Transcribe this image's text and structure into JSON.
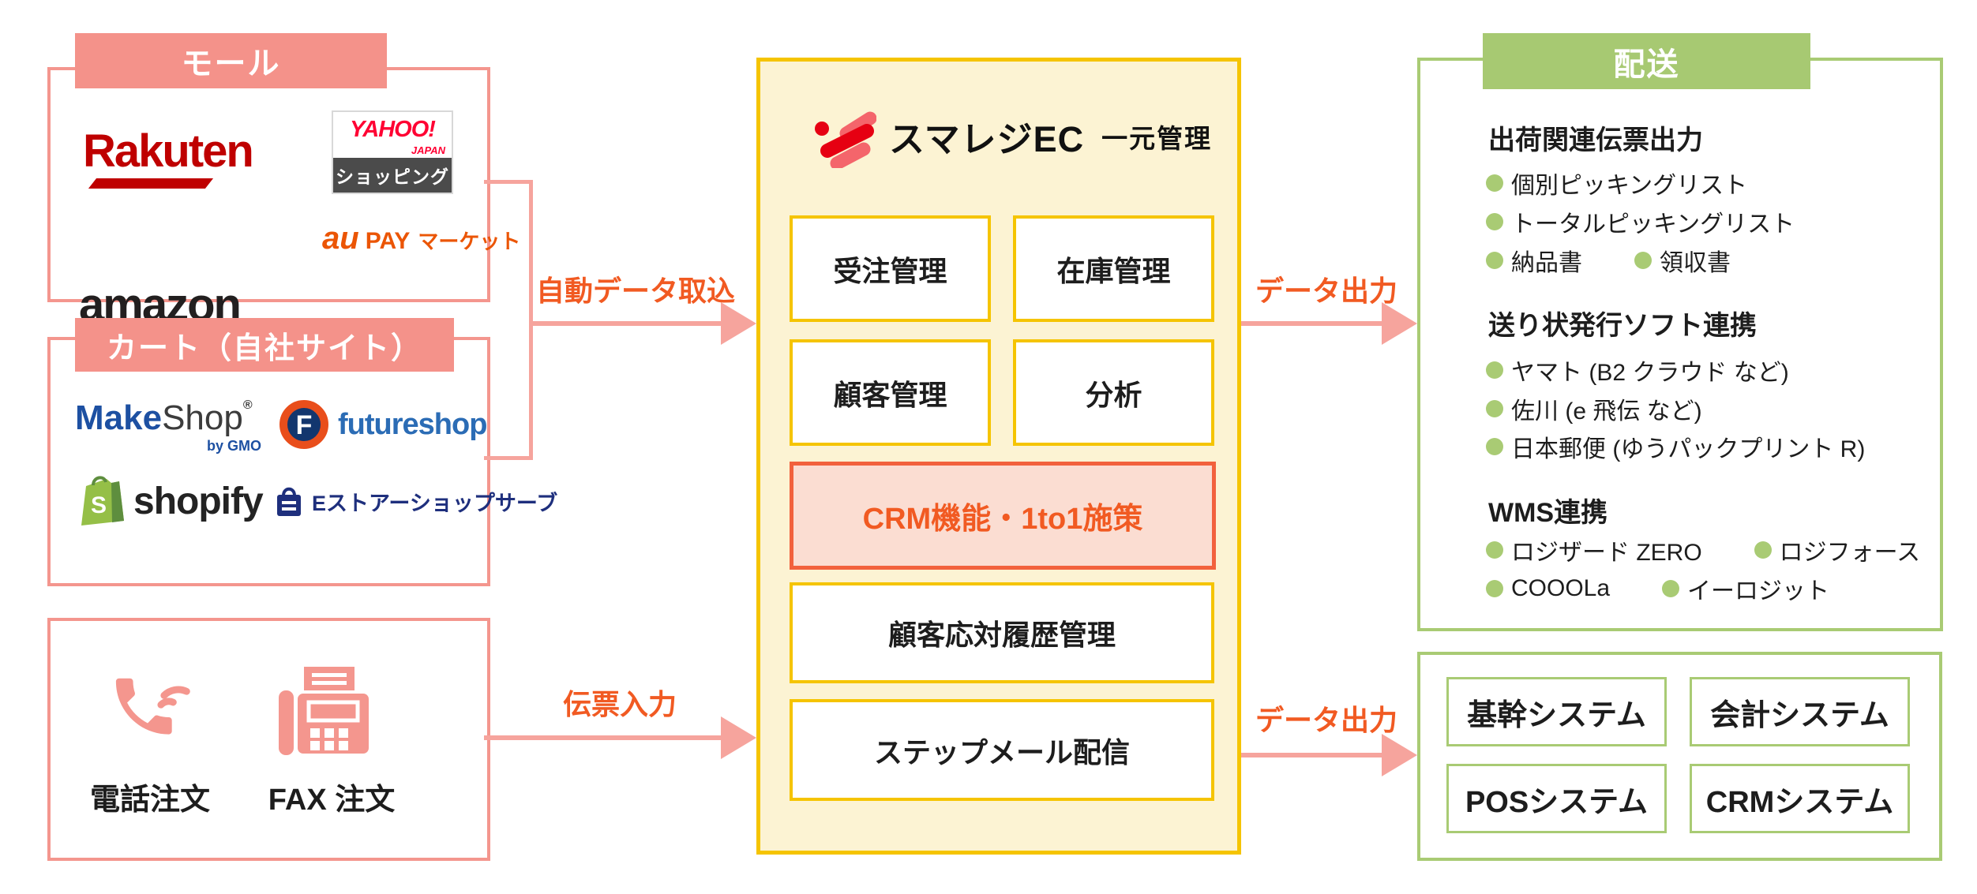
{
  "colors": {
    "salmon": "#f4968e",
    "salmon_light": "#f6a49d",
    "orange_text": "#f15a22",
    "yellow_border": "#f5c400",
    "yellow_bg": "#fcf3d3",
    "crm_bg": "#fbddd2",
    "crm_border": "#f2613d",
    "green_banner": "#a7c972",
    "green_border": "#a9cb74"
  },
  "mall": {
    "title": "モール"
  },
  "cart": {
    "title": "カート（自社サイト）"
  },
  "orders": {
    "phone_label": "電話注文",
    "fax_label": "FAX 注文"
  },
  "logos": {
    "rakuten": "Rakuten",
    "yahoo_line1": "YAHOO!",
    "yahoo_line2": "JAPAN",
    "yahoo_line3": "ショッピング",
    "amazon": "amazon",
    "aupay_au": "au",
    "aupay_pay": "PAY",
    "aupay_market": "マーケット",
    "makeshop_make": "Make",
    "makeshop_shop": "Shop",
    "makeshop_r": "®",
    "makeshop_by": "by GMO",
    "futureshop_f": "F",
    "futureshop": "futureshop",
    "shopify_s": "S",
    "shopify": "shopify",
    "estore": "Eストアーショップサーブ"
  },
  "center": {
    "brand": "スマレジEC",
    "brand_suffix": "一元管理",
    "cells": [
      "受注管理",
      "在庫管理",
      "顧客管理",
      "分析"
    ],
    "crm": "CRM機能・1to1施策",
    "wide": [
      "顧客応対履歴管理",
      "ステップメール配信"
    ]
  },
  "arrows": {
    "auto_import": "自動データ取込",
    "slip_input": "伝票入力",
    "data_output_top": "データ出力",
    "data_output_bottom": "データ出力"
  },
  "delivery": {
    "title": "配送",
    "s1_heading": "出荷関連伝票出力",
    "s1_items": [
      "個別ピッキングリスト",
      "トータルピッキングリスト",
      "納品書",
      "領収書"
    ],
    "s2_heading": "送り状発行ソフト連携",
    "s2_items": [
      "ヤマト (B2 クラウド など)",
      "佐川 (e 飛伝 など)",
      "日本郵便 (ゆうパックプリント R)"
    ],
    "s3_heading": "WMS連携",
    "s3_items": [
      "ロジザード ZERO",
      "ロジフォース",
      "COOOLa",
      "イーロジット"
    ]
  },
  "systems": {
    "cells": [
      "基幹システム",
      "会計システム",
      "POSシステム",
      "CRMシステム"
    ]
  }
}
